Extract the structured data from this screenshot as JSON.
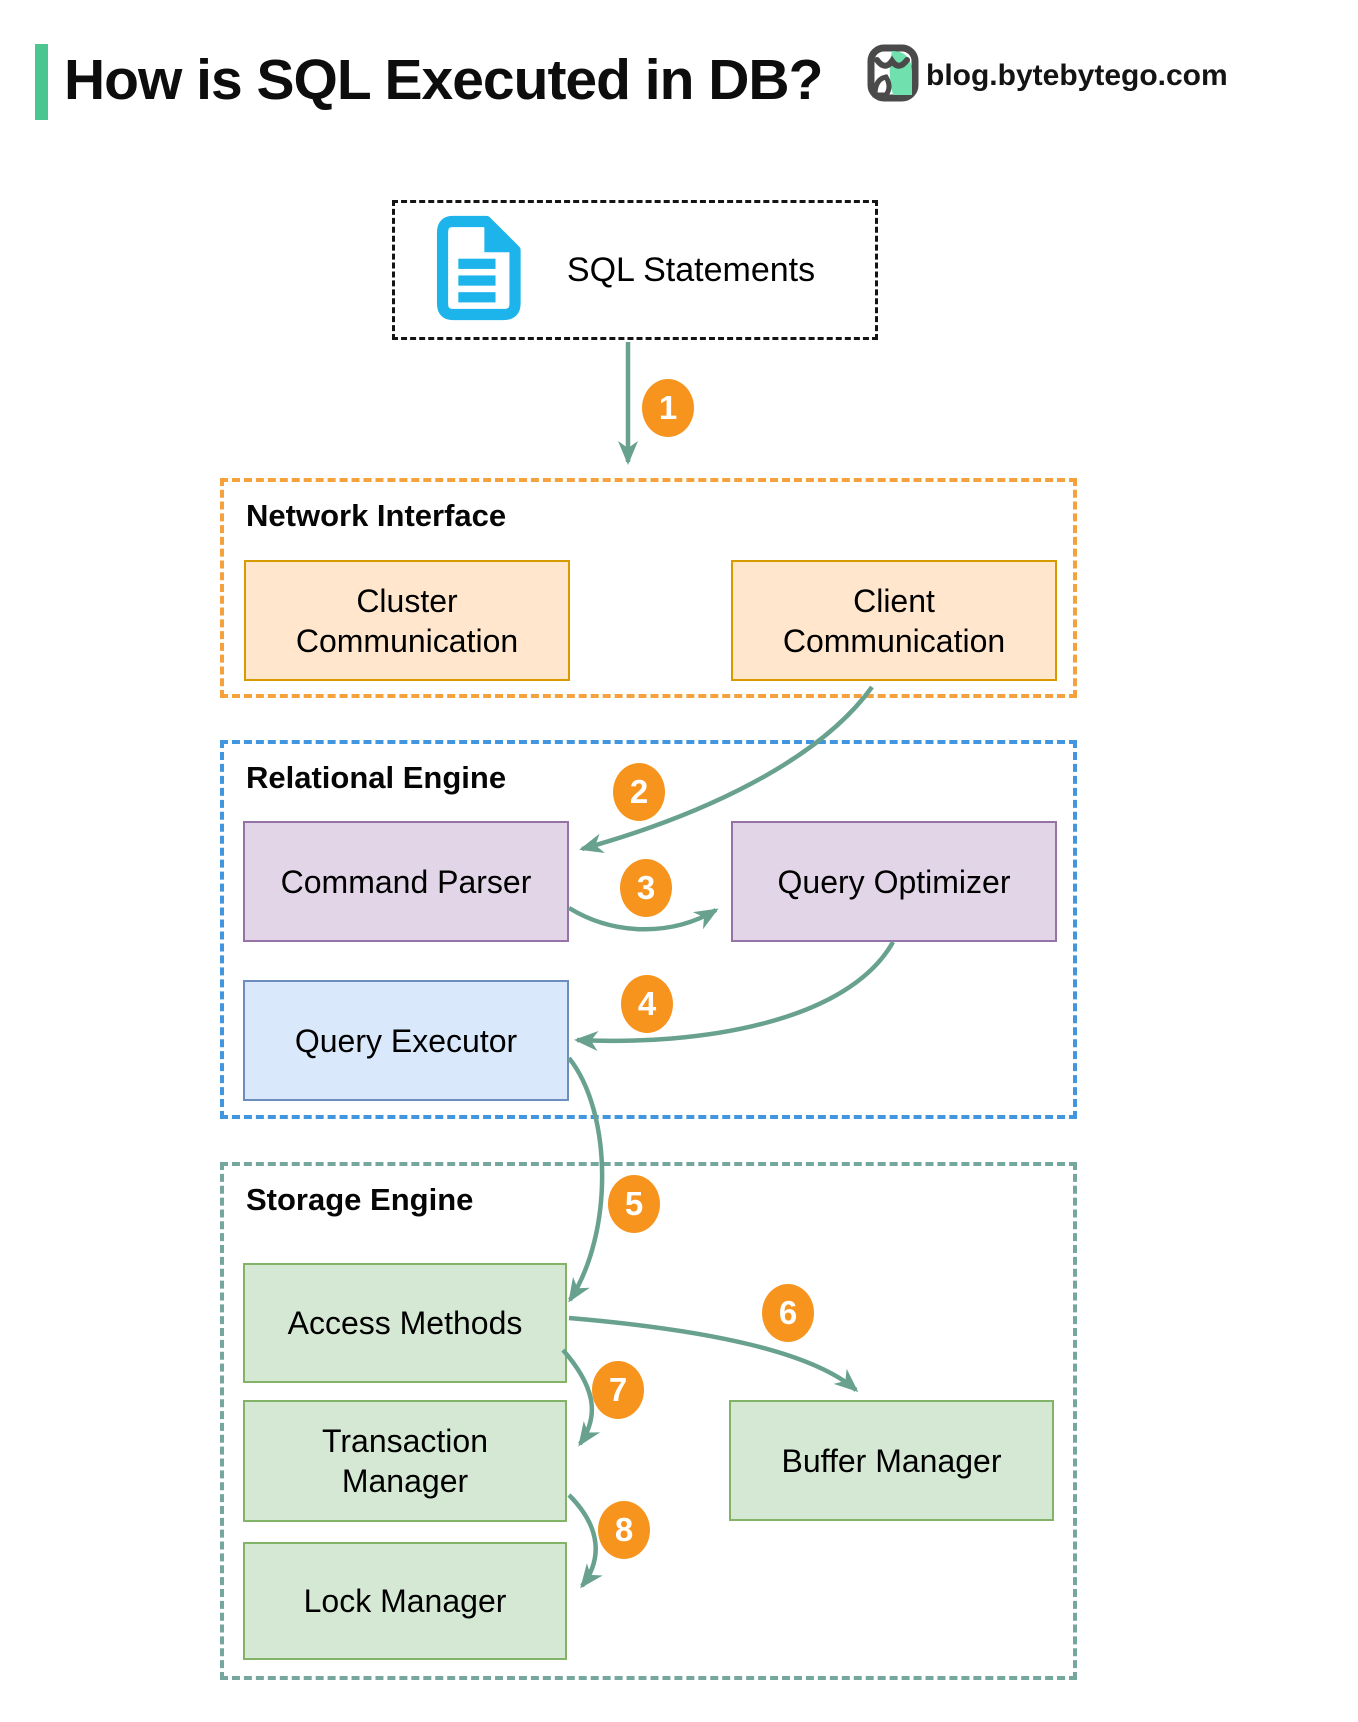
{
  "header": {
    "title": "How is SQL Executed in DB?",
    "site": "blog.bytebytego.com"
  },
  "source_box": {
    "label": "SQL Statements",
    "icon": "document-icon"
  },
  "sections": [
    {
      "label": "Network Interface",
      "boxes": [
        {
          "label": "Cluster Communication"
        },
        {
          "label": "Client Communication"
        }
      ]
    },
    {
      "label": "Relational Engine",
      "boxes": [
        {
          "label": "Command Parser"
        },
        {
          "label": "Query Optimizer"
        },
        {
          "label": "Query Executor"
        }
      ]
    },
    {
      "label": "Storage Engine",
      "boxes": [
        {
          "label": "Access Methods"
        },
        {
          "label": "Transaction Manager"
        },
        {
          "label": "Lock Manager"
        },
        {
          "label": "Buffer Manager"
        }
      ]
    }
  ],
  "flow": [
    {
      "step": "1",
      "from": "SQL Statements",
      "to": "Network Interface"
    },
    {
      "step": "2",
      "from": "Client Communication",
      "to": "Command Parser"
    },
    {
      "step": "3",
      "from": "Command Parser",
      "to": "Query Optimizer"
    },
    {
      "step": "4",
      "from": "Query Optimizer",
      "to": "Query Executor"
    },
    {
      "step": "5",
      "from": "Query Executor",
      "to": "Access Methods"
    },
    {
      "step": "6",
      "from": "Access Methods",
      "to": "Buffer Manager"
    },
    {
      "step": "7",
      "from": "Access Methods",
      "to": "Transaction Manager"
    },
    {
      "step": "8",
      "from": "Transaction Manager",
      "to": "Lock Manager"
    }
  ],
  "theme": {
    "accent-green": "#4CC690",
    "badge-orange": "#F7941E",
    "arrow-teal": "#69A18F",
    "net-dash": "#F5A13D",
    "net-fill": "#FFE6CC",
    "net-stroke": "#D79B00",
    "rel-dash": "#4295DF",
    "purple-fill": "#E1D5E7",
    "purple-stroke": "#9673A6",
    "blue-fill": "#DAE8FC",
    "blue-stroke": "#6C8EBF",
    "stor-dash": "#76A79F",
    "green-fill": "#D5E8D4",
    "green-stroke": "#82B366",
    "icon-cyan": "#1CB4EB",
    "logo-dark": "#4A4A4A",
    "logo-mint": "#6FE0AE"
  }
}
